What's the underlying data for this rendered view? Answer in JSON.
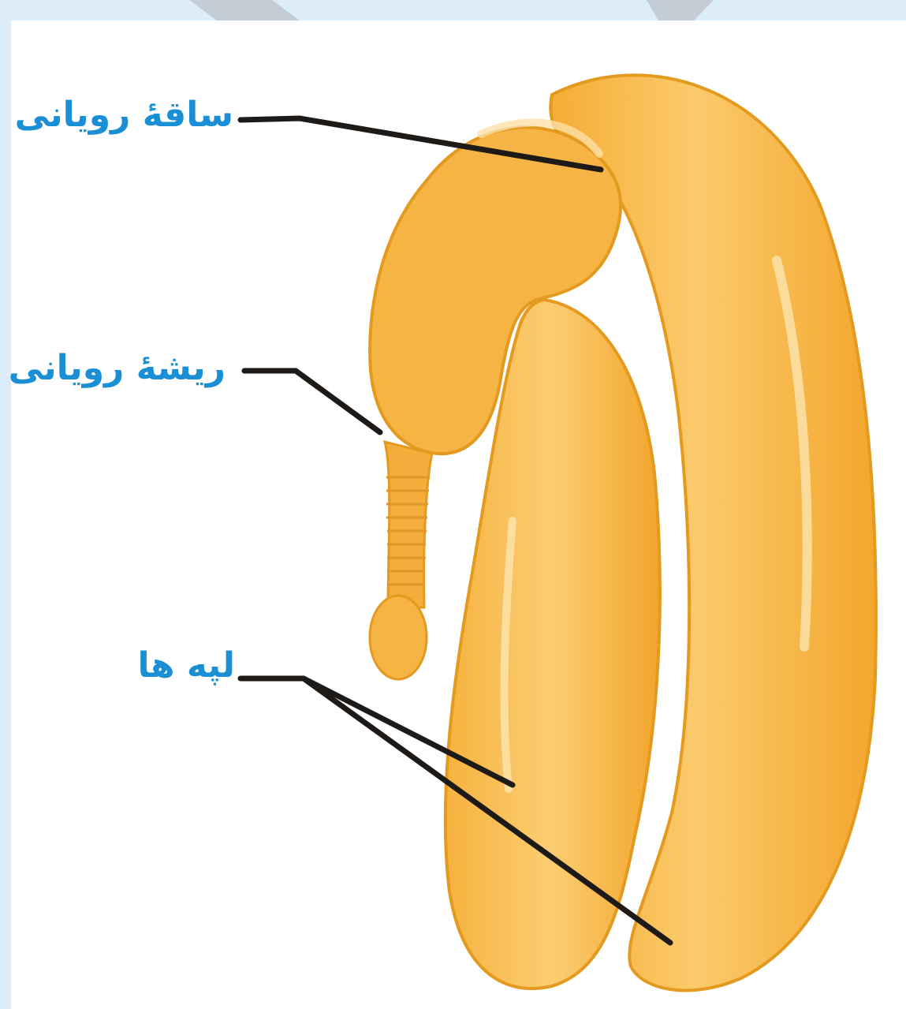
{
  "labels": {
    "hypocotyl": "ساقهٔ رویانی",
    "radicle": "ریشهٔ رویانی",
    "cotyledons": "لپه ها"
  },
  "colors": {
    "label_text": "#1b8fd6",
    "embryo_fill": "#f6b445",
    "embryo_light": "#fbd27c",
    "embryo_outline": "#e39a1e",
    "leader_line": "#1e1a17",
    "frame": "#dcecf9"
  }
}
